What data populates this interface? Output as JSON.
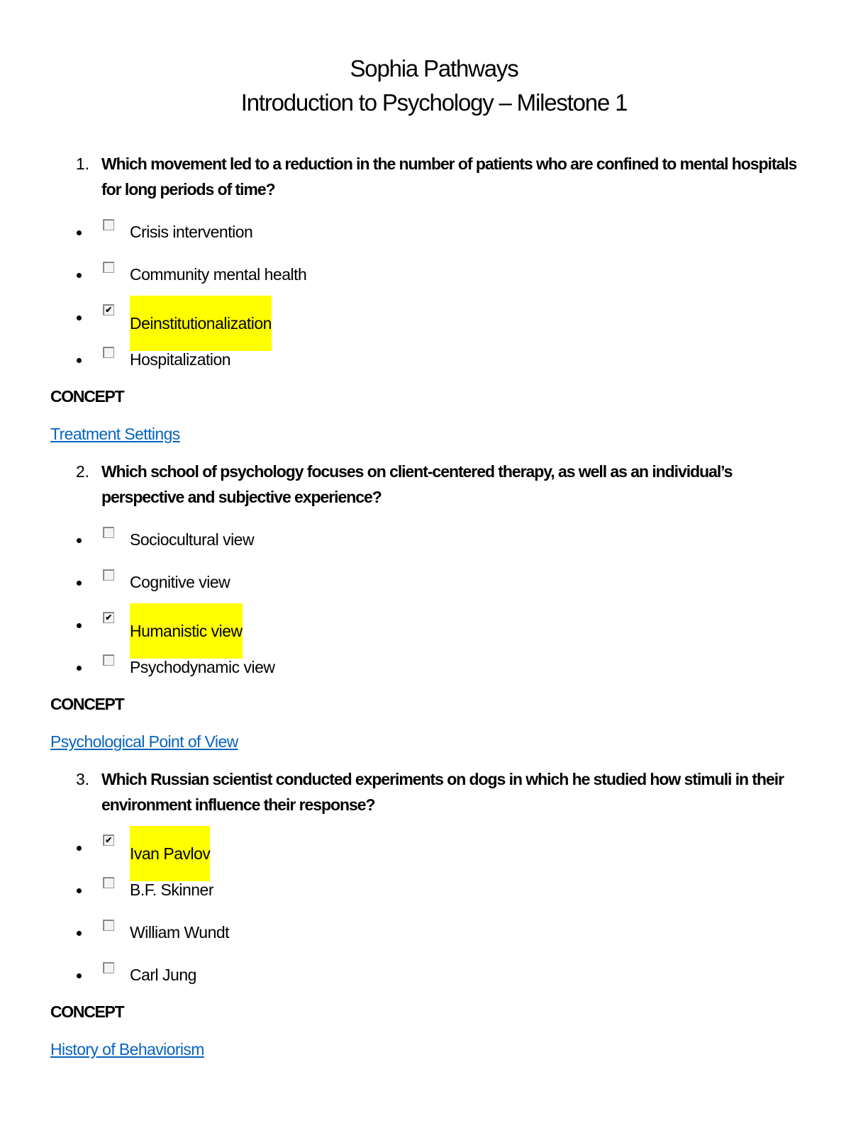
{
  "header": {
    "title": "Sophia Pathways",
    "subtitle": "Introduction to Psychology – Milestone 1"
  },
  "concept_label": "CONCEPT",
  "questions": [
    {
      "number": "1.",
      "text": "Which movement led to a reduction in the number of patients who are confined to mental hospitals for long periods of time?",
      "options": [
        {
          "label": "Crisis intervention",
          "checked": false
        },
        {
          "label": "Community mental health",
          "checked": false
        },
        {
          "label": "Deinstitutionalization",
          "checked": true
        },
        {
          "label": "Hospitalization",
          "checked": false
        }
      ],
      "concept_link": "Treatment Settings"
    },
    {
      "number": "2.",
      "text": "Which school of psychology focuses on client-centered therapy, as well as an individual’s perspective and subjective experience?",
      "options": [
        {
          "label": "Sociocultural view",
          "checked": false
        },
        {
          "label": "Cognitive view",
          "checked": false
        },
        {
          "label": "Humanistic view",
          "checked": true
        },
        {
          "label": "Psychodynamic view",
          "checked": false
        }
      ],
      "concept_link": "Psychological Point of View"
    },
    {
      "number": "3.",
      "text": "Which Russian scientist conducted experiments on dogs in which he studied how stimuli in their environment influence their response?",
      "options": [
        {
          "label": "Ivan Pavlov",
          "checked": true
        },
        {
          "label": "B.F. Skinner",
          "checked": false
        },
        {
          "label": "William Wundt",
          "checked": false
        },
        {
          "label": "Carl Jung",
          "checked": false
        }
      ],
      "concept_link": "History of Behaviorism"
    }
  ],
  "colors": {
    "highlight": "#ffff00",
    "link": "#0563c1"
  }
}
